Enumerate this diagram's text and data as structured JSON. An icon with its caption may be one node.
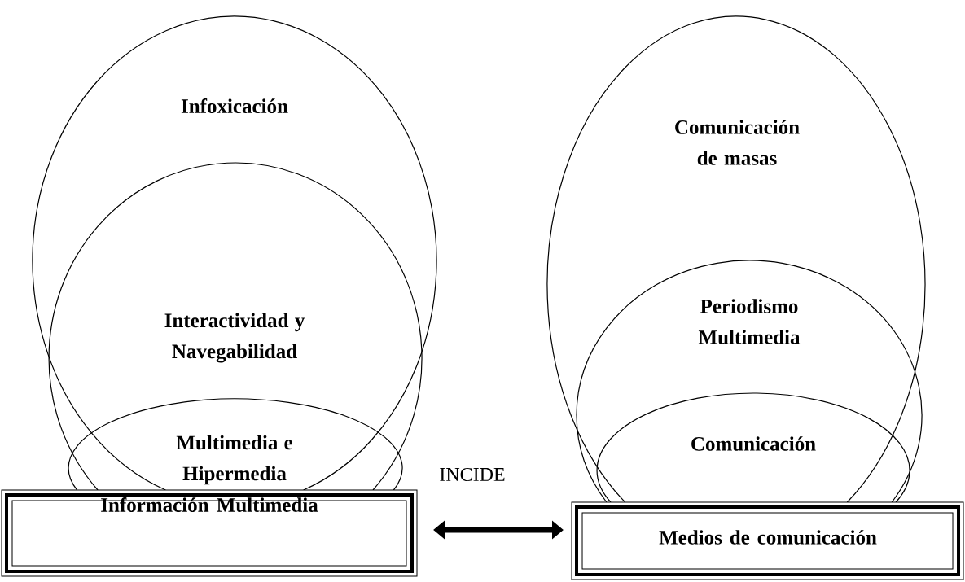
{
  "diagram": {
    "nodes": [
      {
        "text": [
          "Infoxicación"
        ]
      },
      {
        "text": [
          "Interactividad y Navegabilidad"
        ],
        "in": 0
      },
      {
        "text": [
          "Multimedia e Hipermedia"
        ],
        "in": 1
      },
      {
        "text": [
          "Información Multimedia"
        ]
      },
      {
        "text": [
          "Comunicación de masas"
        ]
      },
      {
        "text": [
          "Periodismo Multimedia"
        ],
        "in": 4
      },
      {
        "text": [
          "Comunicación"
        ],
        "in": 5
      },
      {
        "text": [
          "Medios de comunicación"
        ]
      }
    ],
    "edges": [
      {
        "from": 3,
        "to": 7,
        "arrow": "both",
        "label": "INCIDE"
      }
    ]
  }
}
